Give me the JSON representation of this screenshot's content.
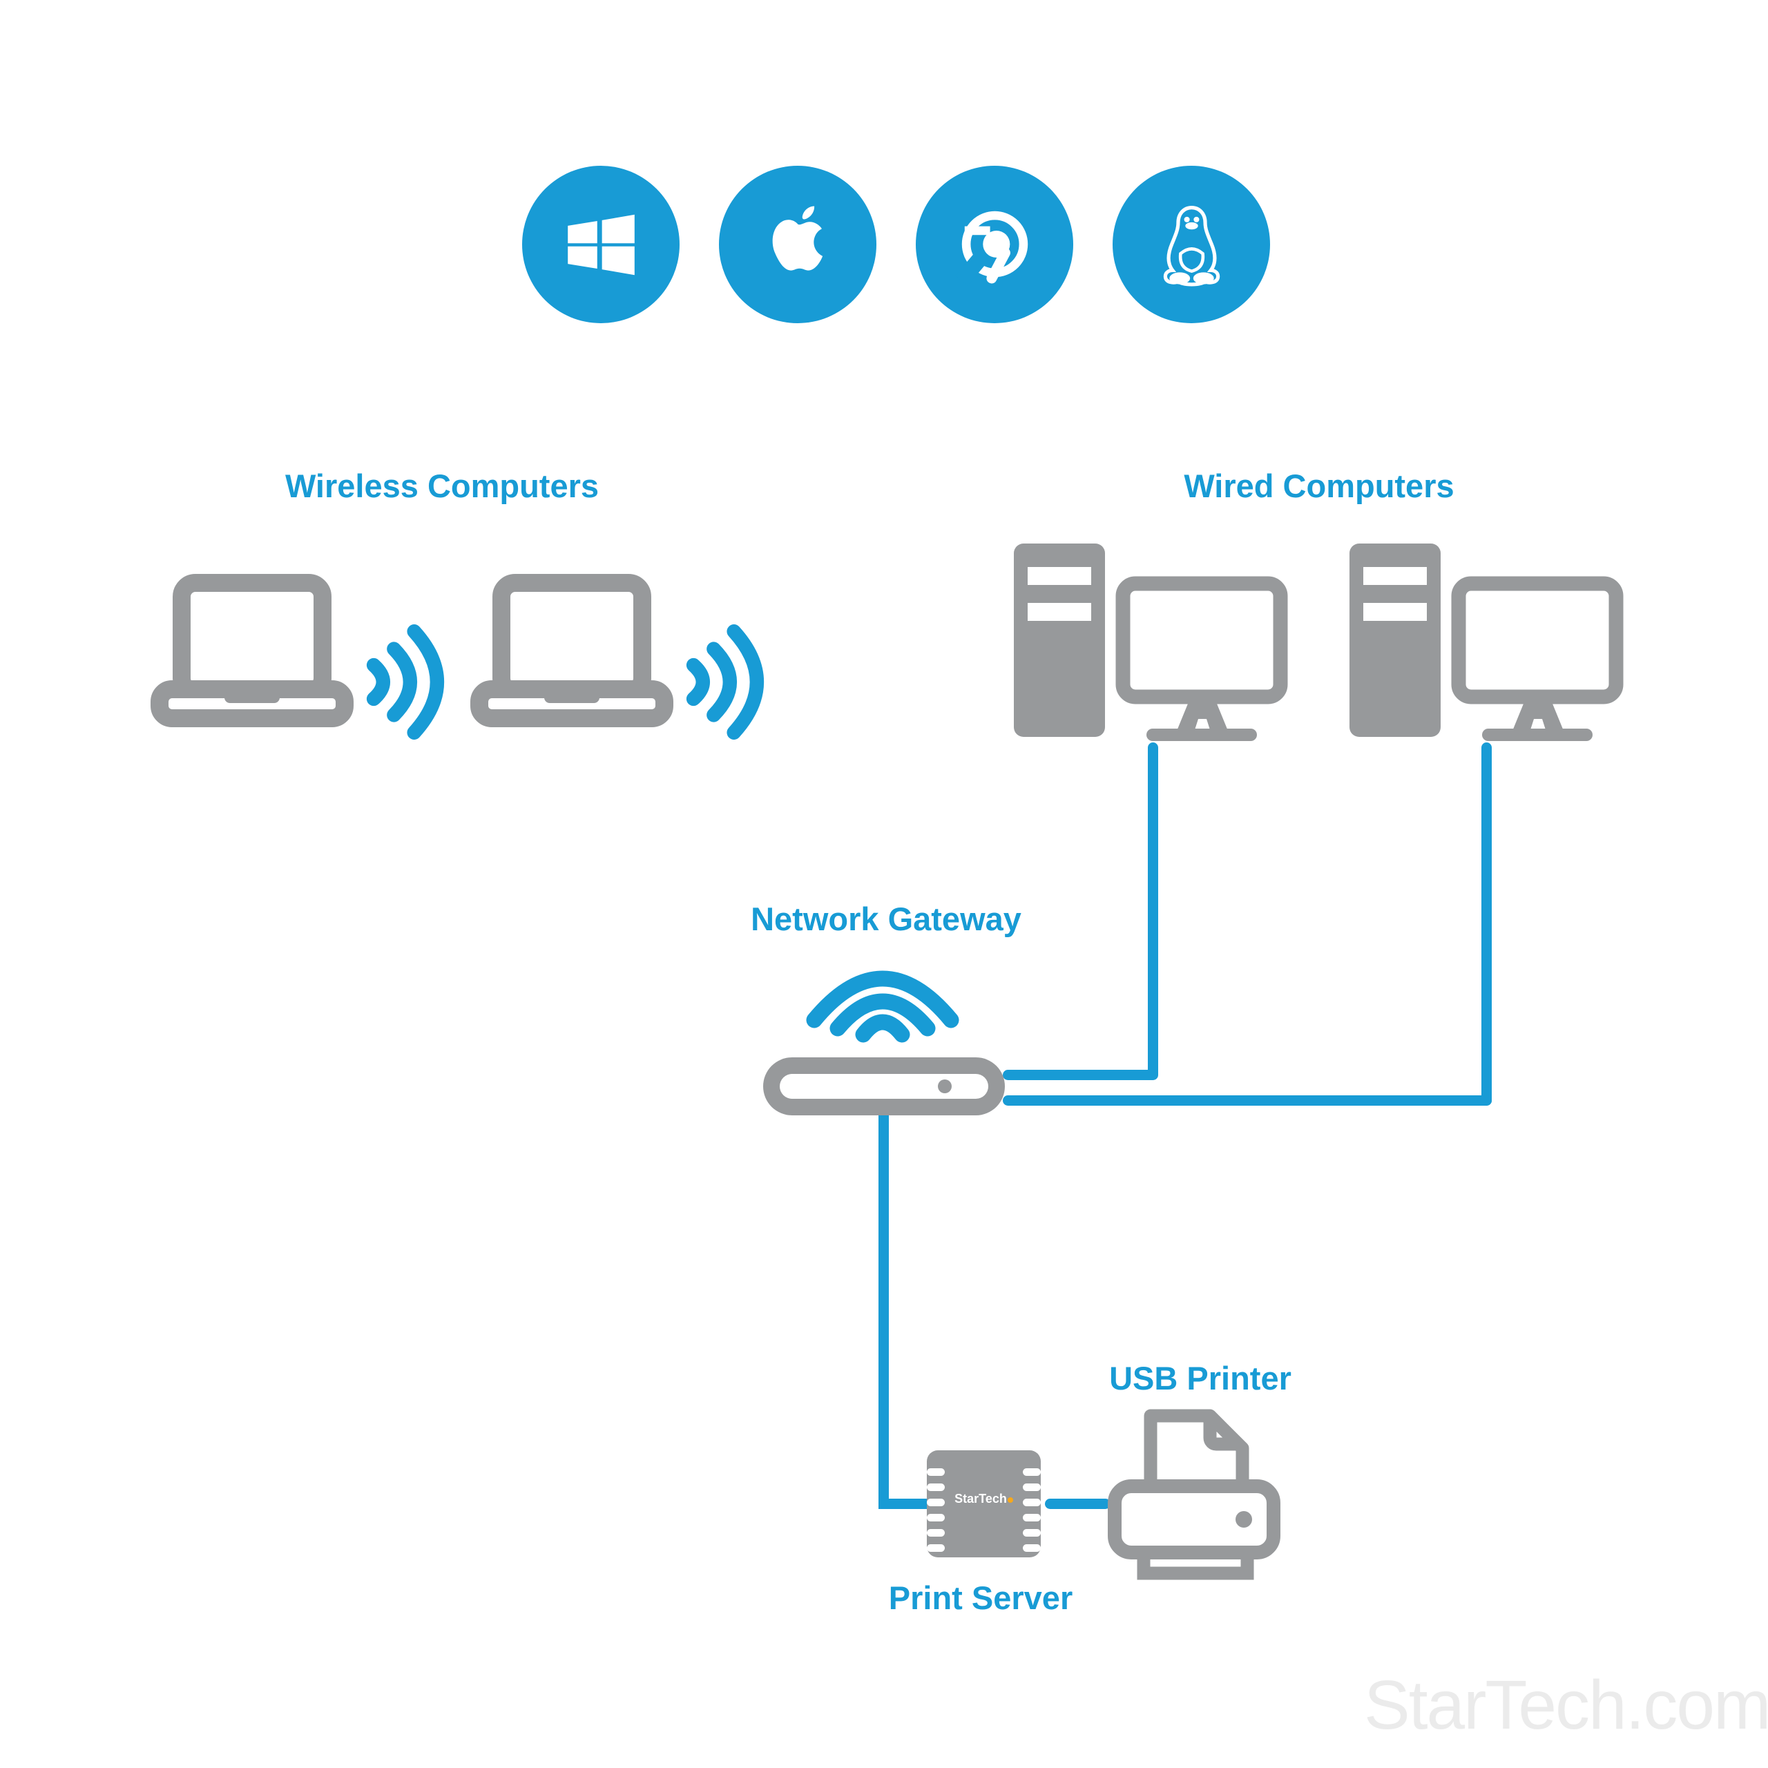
{
  "colors": {
    "blue": "#189BD5",
    "gray": "#97999B",
    "watermark_gray": "#EBEBEB",
    "logo_orange": "#F6A81C",
    "background": "#FFFFFF"
  },
  "os_bar": {
    "icons": [
      {
        "name": "windows-logo"
      },
      {
        "name": "apple-logo"
      },
      {
        "name": "chrome-logo"
      },
      {
        "name": "linux-tux-logo"
      }
    ]
  },
  "labels": {
    "wireless_computers": "Wireless Computers",
    "wired_computers": "Wired Computers",
    "network_gateway": "Network Gateway",
    "usb_printer": "USB Printer",
    "print_server": "Print Server"
  },
  "print_server_device": {
    "brand": "StarTech"
  },
  "watermark": {
    "text": "StarTech.com"
  }
}
